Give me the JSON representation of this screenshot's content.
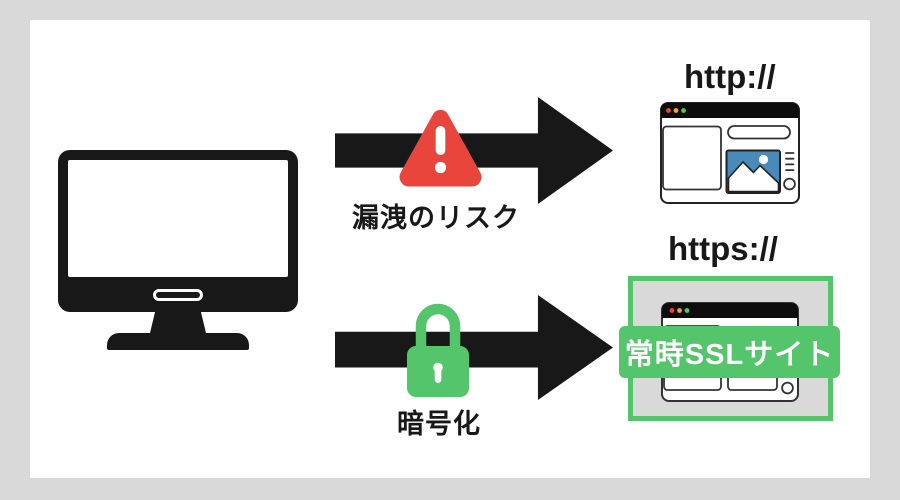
{
  "diagram": {
    "client": {
      "icon": "computer-monitor"
    },
    "http_flow": {
      "warning_icon": "warning-triangle",
      "risk_label": "漏洩のリスク",
      "protocol_label": "http://",
      "browser_icon": "browser-window"
    },
    "https_flow": {
      "lock_icon": "padlock",
      "encryption_label": "暗号化",
      "protocol_label": "https://",
      "ssl_badge_label": "常時SSLサイト",
      "browser_icon": "browser-window-ssl"
    }
  },
  "colors": {
    "background": "#d9d9d9",
    "card": "#ffffff",
    "ink": "#181818",
    "warning_red": "#e8463d",
    "ssl_green": "#55c56c",
    "image_blue": "#4a8ab8",
    "dot_red": "#e8453c",
    "dot_yellow": "#f0a32f",
    "dot_green": "#55c56c"
  }
}
